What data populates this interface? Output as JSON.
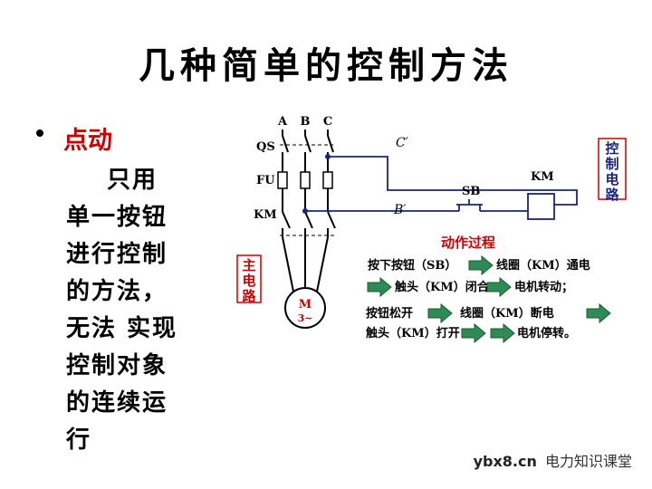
{
  "title": "几种简单的控制方法",
  "bullet": {
    "heading": "点动",
    "lines": [
      "只用",
      "单一按钮",
      "进行控制",
      "的方法，",
      "无法 实现",
      "控制对象",
      "的连续运",
      "行"
    ]
  },
  "diagram": {
    "phase_labels": [
      "A",
      "B",
      "C"
    ],
    "device_labels": {
      "qs": "QS",
      "fu": "FU",
      "km": "KM",
      "sb": "SB",
      "km_coil": "KM",
      "c_prime": "C′",
      "b_prime": "B′"
    },
    "motor": {
      "name": "M",
      "phase": "3~"
    },
    "main_circuit_label": "主电路",
    "control_circuit_label": "控制电路",
    "process": {
      "title": "动作过程",
      "row1": [
        "按下按钮（SB）",
        "线圈（KM）通电"
      ],
      "row2": [
        "触头（KM）闭合",
        "电机转动；"
      ],
      "row3": [
        "按钮松开",
        "线圈（KM）断电"
      ],
      "row4": [
        "触头（KM）打开",
        "电机停转。"
      ]
    },
    "colors": {
      "wire": "#000000",
      "control_wire": "#1a237e",
      "label_red": "#cc0000",
      "box_border": "#cc0000",
      "arrow_fill": "#2e8b57"
    }
  },
  "watermark": {
    "site": "ybx8.cn",
    "name": "电力知识课堂"
  }
}
